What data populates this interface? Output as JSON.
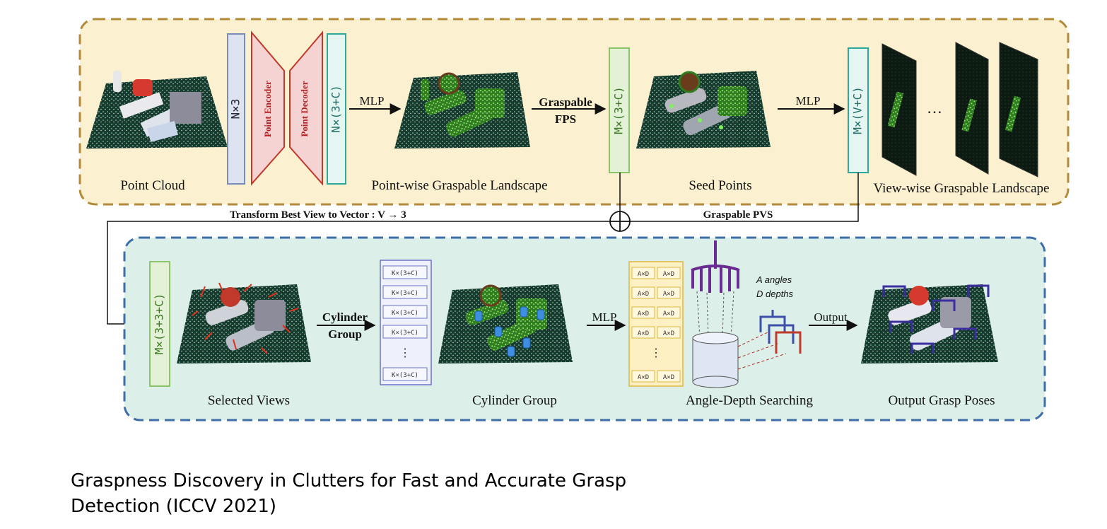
{
  "top_stage": {
    "point_cloud_label": "Point Cloud",
    "input_dim": "N×3",
    "encoder_label": "Point Encoder",
    "decoder_label": "Point Decoder",
    "feature_dim": "N×(3+C)",
    "mlp_1": "MLP",
    "landscape_label": "Point-wise Graspable Landscape",
    "fps_label_line1": "Graspable",
    "fps_label_line2": "FPS",
    "seed_dim": "M×(3+C)",
    "seed_label": "Seed Points",
    "mlp_2": "MLP",
    "view_dim": "M×(V+C)",
    "ellipsis": "…",
    "view_landscape_label": "View-wise Graspable Landscape"
  },
  "connector": {
    "transform_label": "Transform Best View to Vector : V → 3",
    "pvs_label": "Graspable PVS"
  },
  "bottom_stage": {
    "combined_dim": "M×(3+3+C)",
    "selected_views_label": "Selected Views",
    "cylinder_group_op_line1": "Cylinder",
    "cylinder_group_op_line2": "Group",
    "stack_cell": "K×(3+C)",
    "stack_dots": "⋮",
    "cylinder_group_label": "Cylinder Group",
    "mlp_3": "MLP",
    "grid_cell": "A×D",
    "grid_dots": "⋮",
    "angles_text": "A angles",
    "depths_text": "D depths",
    "angle_depth_label": "Angle-Depth Searching",
    "output_op": "Output",
    "output_label": "Output Grasp Poses"
  },
  "caption": {
    "line1": "Graspness Discovery in Clutters for Fast and Accurate Grasp",
    "line2": "Detection  (ICCV 2021)"
  },
  "colors": {
    "top_panel_fill": "#fbf0cf",
    "top_panel_border": "#b38a3a",
    "bottom_panel_fill": "#dcefe9",
    "bottom_panel_border": "#3d6ea8",
    "encoder_fill": "#f6d3d3",
    "encoder_stroke": "#c0392b",
    "input_box_fill": "#dde3f0",
    "input_box_stroke": "#7a8db8",
    "teal_box_stroke": "#2ea89a",
    "green_box_fill": "#e3f2d6",
    "green_box_stroke": "#8cc46a"
  }
}
